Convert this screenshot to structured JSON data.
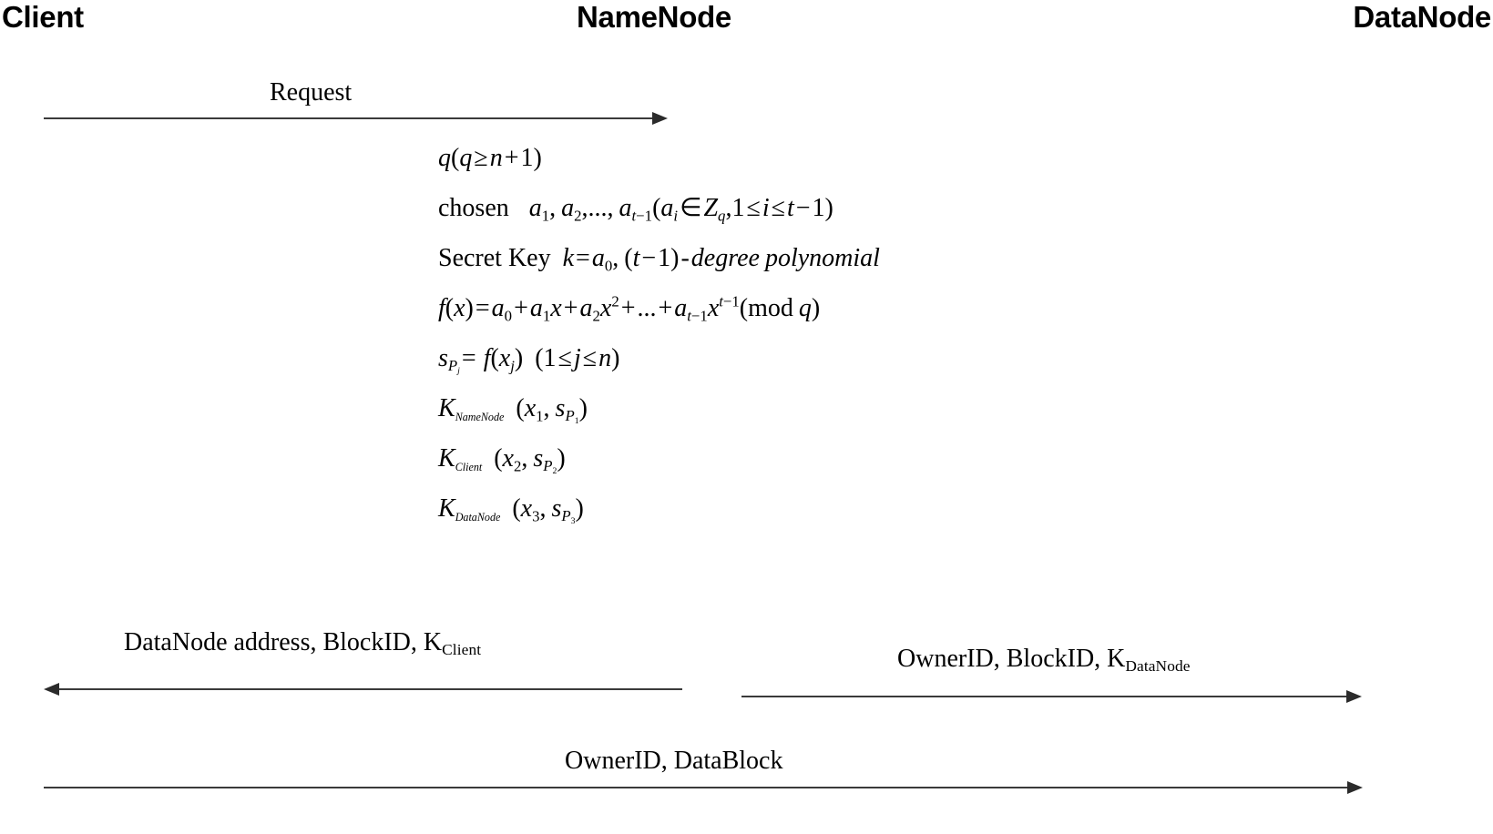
{
  "diagram": {
    "title": "HDFS secret-sharing key distribution sequence diagram",
    "type": "sequence-diagram",
    "background_color": "#ffffff",
    "line_color": "#3a3a3a",
    "text_color": "#000000"
  },
  "actors": [
    {
      "id": "client",
      "label": "Client"
    },
    {
      "id": "namenode",
      "label": "NameNode"
    },
    {
      "id": "datanode",
      "label": "DataNode"
    }
  ],
  "messages": [
    {
      "id": "request",
      "from": "client",
      "to": "namenode",
      "direction": "right",
      "label": "Request"
    },
    {
      "id": "namenode-to-client",
      "from": "namenode",
      "to": "client",
      "direction": "left",
      "label_parts": [
        {
          "text": "DataNode  address, BlockID, K",
          "style": "normal"
        },
        {
          "text": "Client",
          "style": "subscript"
        }
      ]
    },
    {
      "id": "namenode-to-datanode",
      "from": "namenode",
      "to": "datanode",
      "direction": "right",
      "label_parts": [
        {
          "text": "OwnerID,  BlockID,  K",
          "style": "normal"
        },
        {
          "text": "DataNode",
          "style": "subscript"
        }
      ]
    },
    {
      "id": "client-to-datanode",
      "from": "client",
      "to": "datanode",
      "direction": "right",
      "label": "OwnerID,  DataBlock"
    }
  ],
  "computation": {
    "owner": "namenode",
    "lines": [
      {
        "id": "modulus",
        "plain": "q(q >= n+1)"
      },
      {
        "id": "coefficients",
        "plain": "chosen a1, a2,..., a(t-1) (ai in Zq, 1 <= i <= t-1)"
      },
      {
        "id": "secret-key",
        "plain": "Secret Key k = a0, (t-1)-degree polynomial"
      },
      {
        "id": "polynomial",
        "plain": "f(x) = a0 + a1x + a2x^2 + ... + a(t-1)x^(t-1) (mod q)"
      },
      {
        "id": "shares",
        "plain": "sPj = f(xj) (1 <= j <= n)"
      },
      {
        "id": "share-namenode",
        "plain": "KNameNode (x1, sP1)"
      },
      {
        "id": "share-client",
        "plain": "KClient (x2, sP2)"
      },
      {
        "id": "share-datanode",
        "plain": "KDataNode (x3, sP3)"
      }
    ],
    "tokens": {
      "chosen_word": "chosen",
      "secret_key_word": "Secret Key",
      "degree_word": "degree",
      "polynomial_word": "polynomial",
      "mod_word": "mod",
      "k_namenode_sub": "NameNode",
      "k_client_sub": "Client",
      "k_datanode_sub": "DataNode"
    }
  }
}
